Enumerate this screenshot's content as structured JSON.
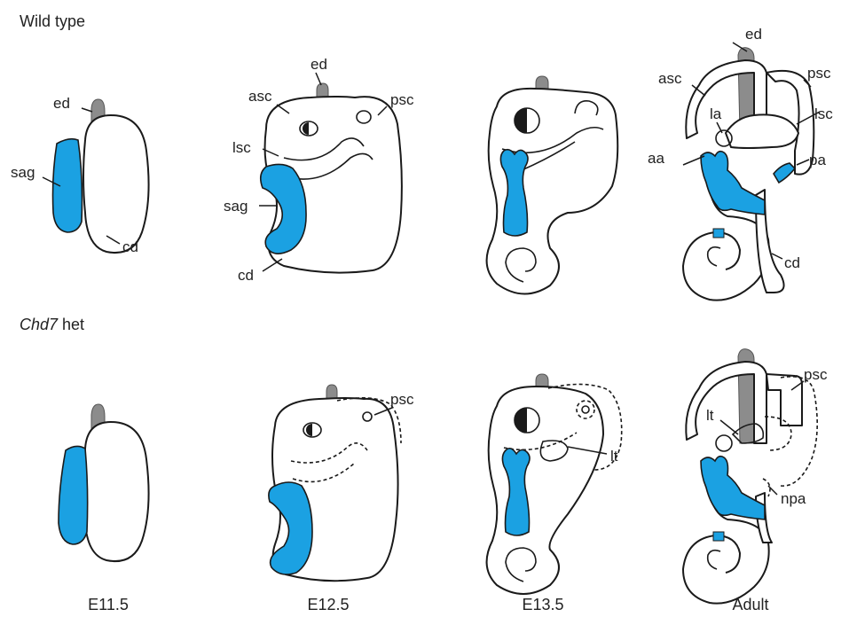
{
  "rows": {
    "wild_type": "Wild type",
    "mutant_gene": "Chd7",
    "mutant_suffix": " het"
  },
  "stages": [
    "E11.5",
    "E12.5",
    "E13.5",
    "Adult"
  ],
  "labels": {
    "ed": "ed",
    "sag": "sag",
    "cd": "cd",
    "asc": "asc",
    "psc": "psc",
    "lsc": "lsc",
    "la": "la",
    "aa": "aa",
    "pa": "pa",
    "lt": "lt",
    "npa": "npa"
  },
  "colors": {
    "highlight": "#1ba1e2",
    "duct": "#8c8c8c",
    "outline": "#1a1a1a"
  }
}
